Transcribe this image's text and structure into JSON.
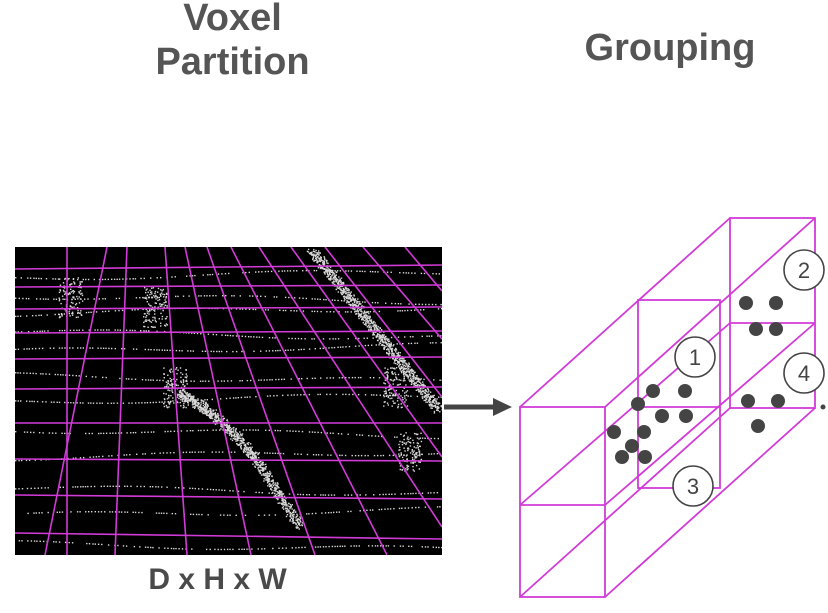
{
  "left": {
    "title_line1": "Voxel",
    "title_line2": "Partition",
    "dimensions": "D x H x W"
  },
  "right": {
    "title": "Grouping",
    "voxel_labels": [
      "1",
      "2",
      "3",
      "4"
    ]
  },
  "colors": {
    "grid": "#d23bd8",
    "dots": "#444444",
    "title_text": "#555555",
    "lidar_bg": "#000000",
    "lidar_points": "#d8d8d8"
  },
  "icons": [
    "arrow-right-icon"
  ]
}
